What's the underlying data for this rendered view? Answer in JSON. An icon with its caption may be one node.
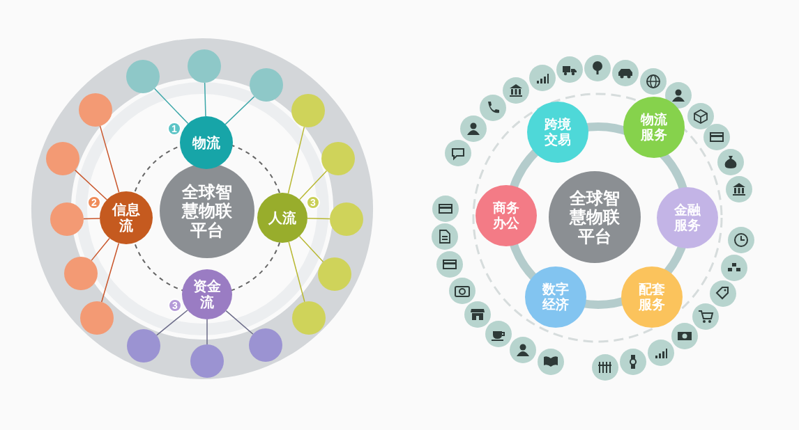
{
  "diagram": {
    "nodes": [
      {
        "text": [
          "全球智慧物联平台"
        ]
      },
      {
        "text": [
          "物流"
        ],
        "beside": [
          "1"
        ]
      },
      {
        "text": [
          "信息流"
        ],
        "beside": [
          "2"
        ]
      },
      {
        "text": [
          "人流"
        ],
        "beside": [
          "3"
        ]
      },
      {
        "text": [
          "资金流"
        ],
        "beside": [
          "3"
        ]
      },
      {
        "text": [],
        "shape": "circle"
      },
      {
        "text": [],
        "shape": "circle"
      },
      {
        "text": [],
        "shape": "circle"
      },
      {
        "text": [],
        "shape": "circle"
      },
      {
        "text": [],
        "shape": "circle"
      },
      {
        "text": [],
        "shape": "circle"
      },
      {
        "text": [],
        "shape": "circle"
      },
      {
        "text": [],
        "shape": "circle"
      },
      {
        "text": [],
        "shape": "circle"
      },
      {
        "text": [],
        "shape": "circle"
      },
      {
        "text": [],
        "shape": "circle"
      },
      {
        "text": [],
        "shape": "circle"
      },
      {
        "text": [],
        "shape": "circle"
      },
      {
        "text": [],
        "shape": "circle"
      },
      {
        "text": [],
        "shape": "circle"
      },
      {
        "text": [],
        "shape": "circle"
      },
      {
        "text": [
          "全球智慧物联平台"
        ]
      },
      {
        "text": [
          "跨境交易"
        ]
      },
      {
        "text": [
          "物流服务"
        ]
      },
      {
        "text": [
          "金融服务"
        ]
      },
      {
        "text": [
          "配套服务"
        ]
      },
      {
        "text": [
          "数字经济"
        ]
      },
      {
        "text": [
          "商务办公"
        ]
      }
    ],
    "edges": [
      {
        "from": 1,
        "to": 5,
        "arrow": "none",
        "color": "#3aa6a8"
      },
      {
        "from": 1,
        "to": 6,
        "arrow": "none",
        "color": "#3aa6a8"
      },
      {
        "from": 1,
        "to": 7,
        "arrow": "none",
        "color": "#3aa6a8"
      },
      {
        "from": 2,
        "to": 8,
        "arrow": "none",
        "color": "#c9552a"
      },
      {
        "from": 2,
        "to": 9,
        "arrow": "none",
        "color": "#c9552a"
      },
      {
        "from": 2,
        "to": 10,
        "arrow": "none",
        "color": "#c9552a"
      },
      {
        "from": 2,
        "to": 11,
        "arrow": "none",
        "color": "#c9552a"
      },
      {
        "from": 2,
        "to": 12,
        "arrow": "none",
        "color": "#c9552a"
      },
      {
        "from": 3,
        "to": 13,
        "arrow": "none",
        "color": "#b8b832"
      },
      {
        "from": 3,
        "to": 14,
        "arrow": "none",
        "color": "#b8b832"
      },
      {
        "from": 3,
        "to": 15,
        "arrow": "none",
        "color": "#b8b832"
      },
      {
        "from": 3,
        "to": 16,
        "arrow": "none",
        "color": "#b8b832"
      },
      {
        "from": 3,
        "to": 17,
        "arrow": "none",
        "color": "#b8b832"
      },
      {
        "from": 4,
        "to": 18,
        "arrow": "none",
        "color": "#6a6a88"
      },
      {
        "from": 4,
        "to": 19,
        "arrow": "none",
        "color": "#6a6a88"
      },
      {
        "from": 4,
        "to": 20,
        "arrow": "none",
        "color": "#6a6a88"
      }
    ]
  }
}
